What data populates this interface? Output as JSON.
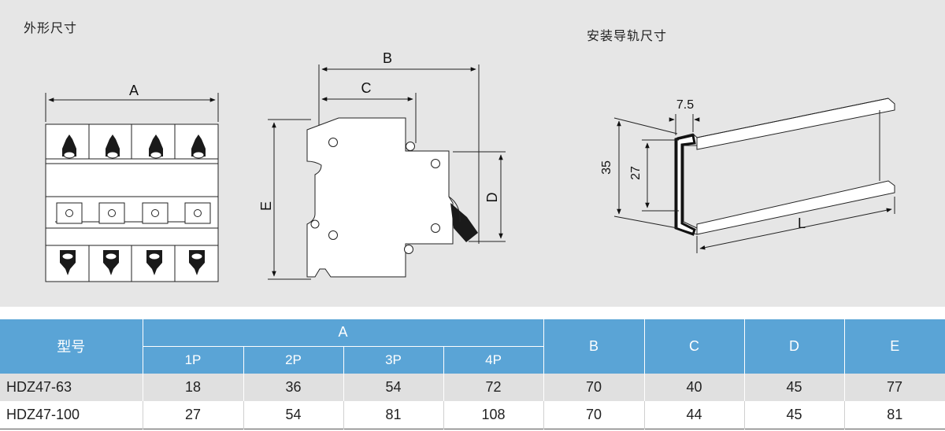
{
  "captions": {
    "outline": "外形尺寸",
    "rail": "安装导轨尺寸"
  },
  "dimension_labels": {
    "A": "A",
    "B": "B",
    "C": "C",
    "D": "D",
    "E": "E",
    "rail_width": "7.5",
    "rail_height": "35",
    "rail_inner_height": "27",
    "rail_length": "L"
  },
  "table": {
    "model_header": "型号",
    "a_header": "A",
    "a_sub_headers": [
      "1P",
      "2P",
      "3P",
      "4P"
    ],
    "other_headers": [
      "B",
      "C",
      "D",
      "E"
    ],
    "rows": [
      {
        "model": "HDZ47-63",
        "a": [
          "18",
          "36",
          "54",
          "72"
        ],
        "others": [
          "70",
          "40",
          "45",
          "77"
        ]
      },
      {
        "model": "HDZ47-100",
        "a": [
          "27",
          "54",
          "81",
          "108"
        ],
        "others": [
          "70",
          "44",
          "45",
          "81"
        ]
      }
    ]
  },
  "colors": {
    "drawing_background": "#e6e6e6",
    "table_header": "#5aa4d6",
    "row_shaded": "#e0e0e0"
  }
}
